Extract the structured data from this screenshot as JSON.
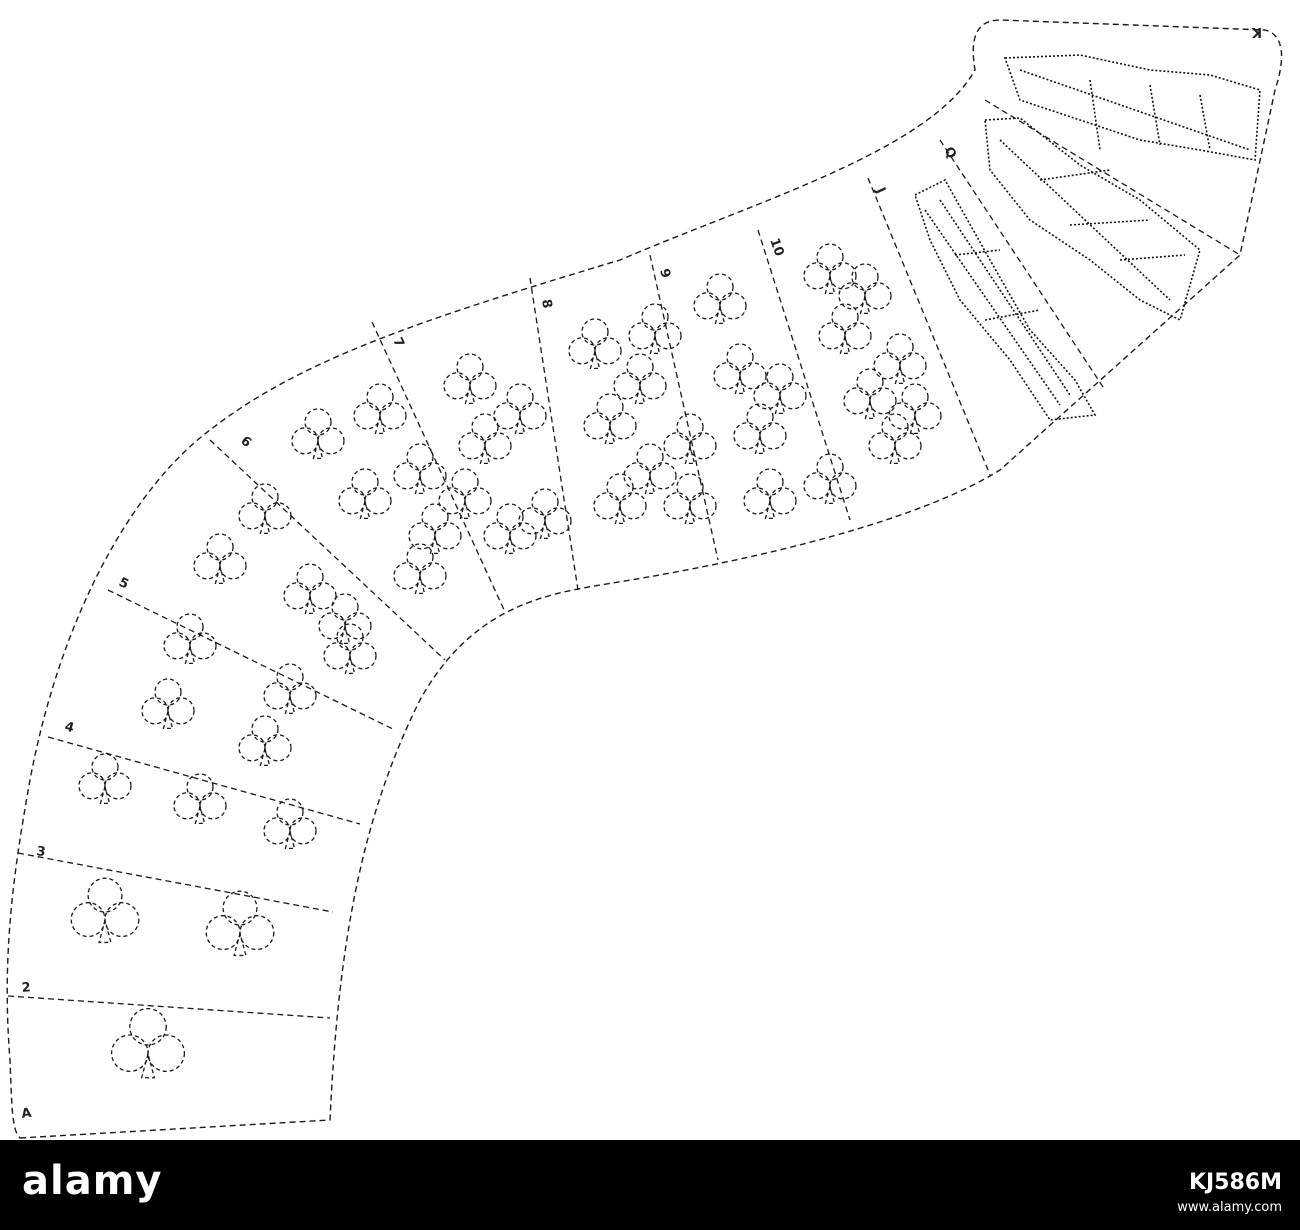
{
  "image": {
    "subject": "Fan of clubs playing cards, dotted-line drawing",
    "cards": [
      {
        "rank": "A",
        "suit": "clubs"
      },
      {
        "rank": "2",
        "suit": "clubs"
      },
      {
        "rank": "3",
        "suit": "clubs"
      },
      {
        "rank": "4",
        "suit": "clubs"
      },
      {
        "rank": "5",
        "suit": "clubs"
      },
      {
        "rank": "6",
        "suit": "clubs"
      },
      {
        "rank": "7",
        "suit": "clubs"
      },
      {
        "rank": "8",
        "suit": "clubs"
      },
      {
        "rank": "9",
        "suit": "clubs"
      },
      {
        "rank": "10",
        "suit": "clubs"
      },
      {
        "rank": "J",
        "suit": "clubs"
      },
      {
        "rank": "Q",
        "suit": "clubs"
      },
      {
        "rank": "K",
        "suit": "clubs"
      }
    ],
    "line_color": "#1a1a1a"
  },
  "footer": {
    "brand": "alamy",
    "image_id": "KJ586M",
    "url": "www.alamy.com",
    "background": "#000000"
  }
}
